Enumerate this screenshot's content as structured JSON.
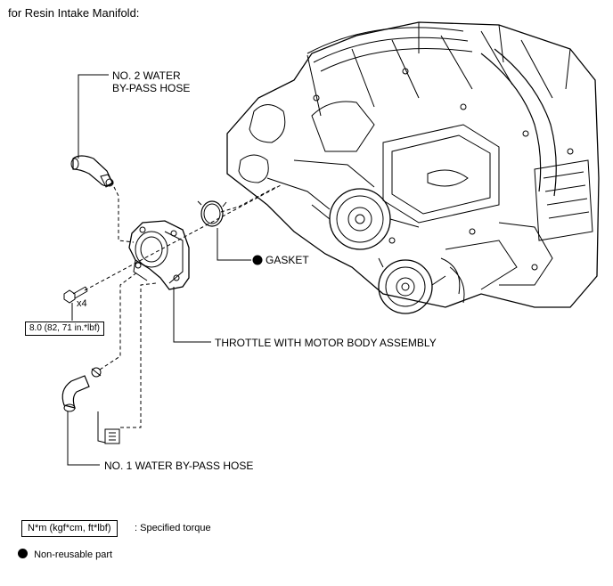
{
  "heading": "for Resin Intake Manifold:",
  "callouts": {
    "no2_hose_line1": "NO. 2 WATER",
    "no2_hose_line2": "BY-PASS HOSE",
    "gasket": "GASKET",
    "bolt_qty": "x4",
    "bolt_torque": "8.0 (82, 71 in.*lbf)",
    "throttle": "THROTTLE WITH MOTOR BODY ASSEMBLY",
    "no1_hose": "NO. 1 WATER BY-PASS HOSE"
  },
  "legend": {
    "torque_unit": "N*m (kgf*cm, ft*lbf)",
    "torque_desc": ": Specified torque",
    "nonreusable": "Non-reusable part"
  },
  "colors": {
    "line": "#000000",
    "background": "#ffffff"
  }
}
